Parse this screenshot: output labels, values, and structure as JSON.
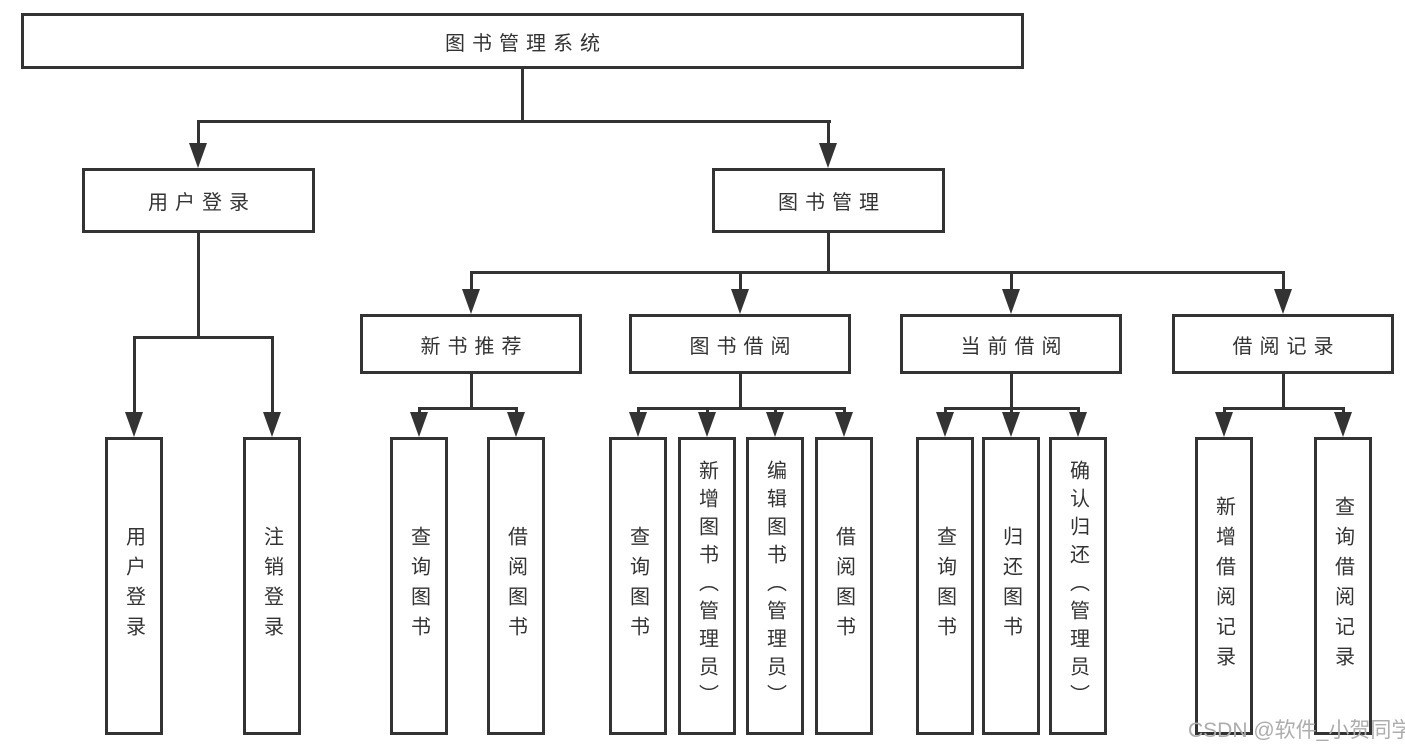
{
  "root": {
    "label": "图书管理系统"
  },
  "branches": [
    {
      "label": "用户登录",
      "children": [
        {
          "label": "用户登录"
        },
        {
          "label": "注销登录"
        }
      ]
    },
    {
      "label": "图书管理",
      "children": [
        {
          "label": "新书推荐",
          "children": [
            {
              "label": "查询图书"
            },
            {
              "label": "借阅图书"
            }
          ]
        },
        {
          "label": "图书借阅",
          "children": [
            {
              "label": "查询图书"
            },
            {
              "label": "新增图书（管理员）"
            },
            {
              "label": "编辑图书（管理员）"
            },
            {
              "label": "借阅图书"
            }
          ]
        },
        {
          "label": "当前借阅",
          "children": [
            {
              "label": "查询图书"
            },
            {
              "label": "归还图书"
            },
            {
              "label": "确认归还（管理员）"
            }
          ]
        },
        {
          "label": "借阅记录",
          "children": [
            {
              "label": "新增借阅记录"
            },
            {
              "label": "查询借阅记录"
            }
          ]
        }
      ]
    }
  ],
  "watermark": "CSDN @软件_小贺同学",
  "colors": {
    "line": "#333333",
    "border": "#333333",
    "text": "#333333",
    "watermark": "#adadad",
    "background": "#ffffff"
  }
}
